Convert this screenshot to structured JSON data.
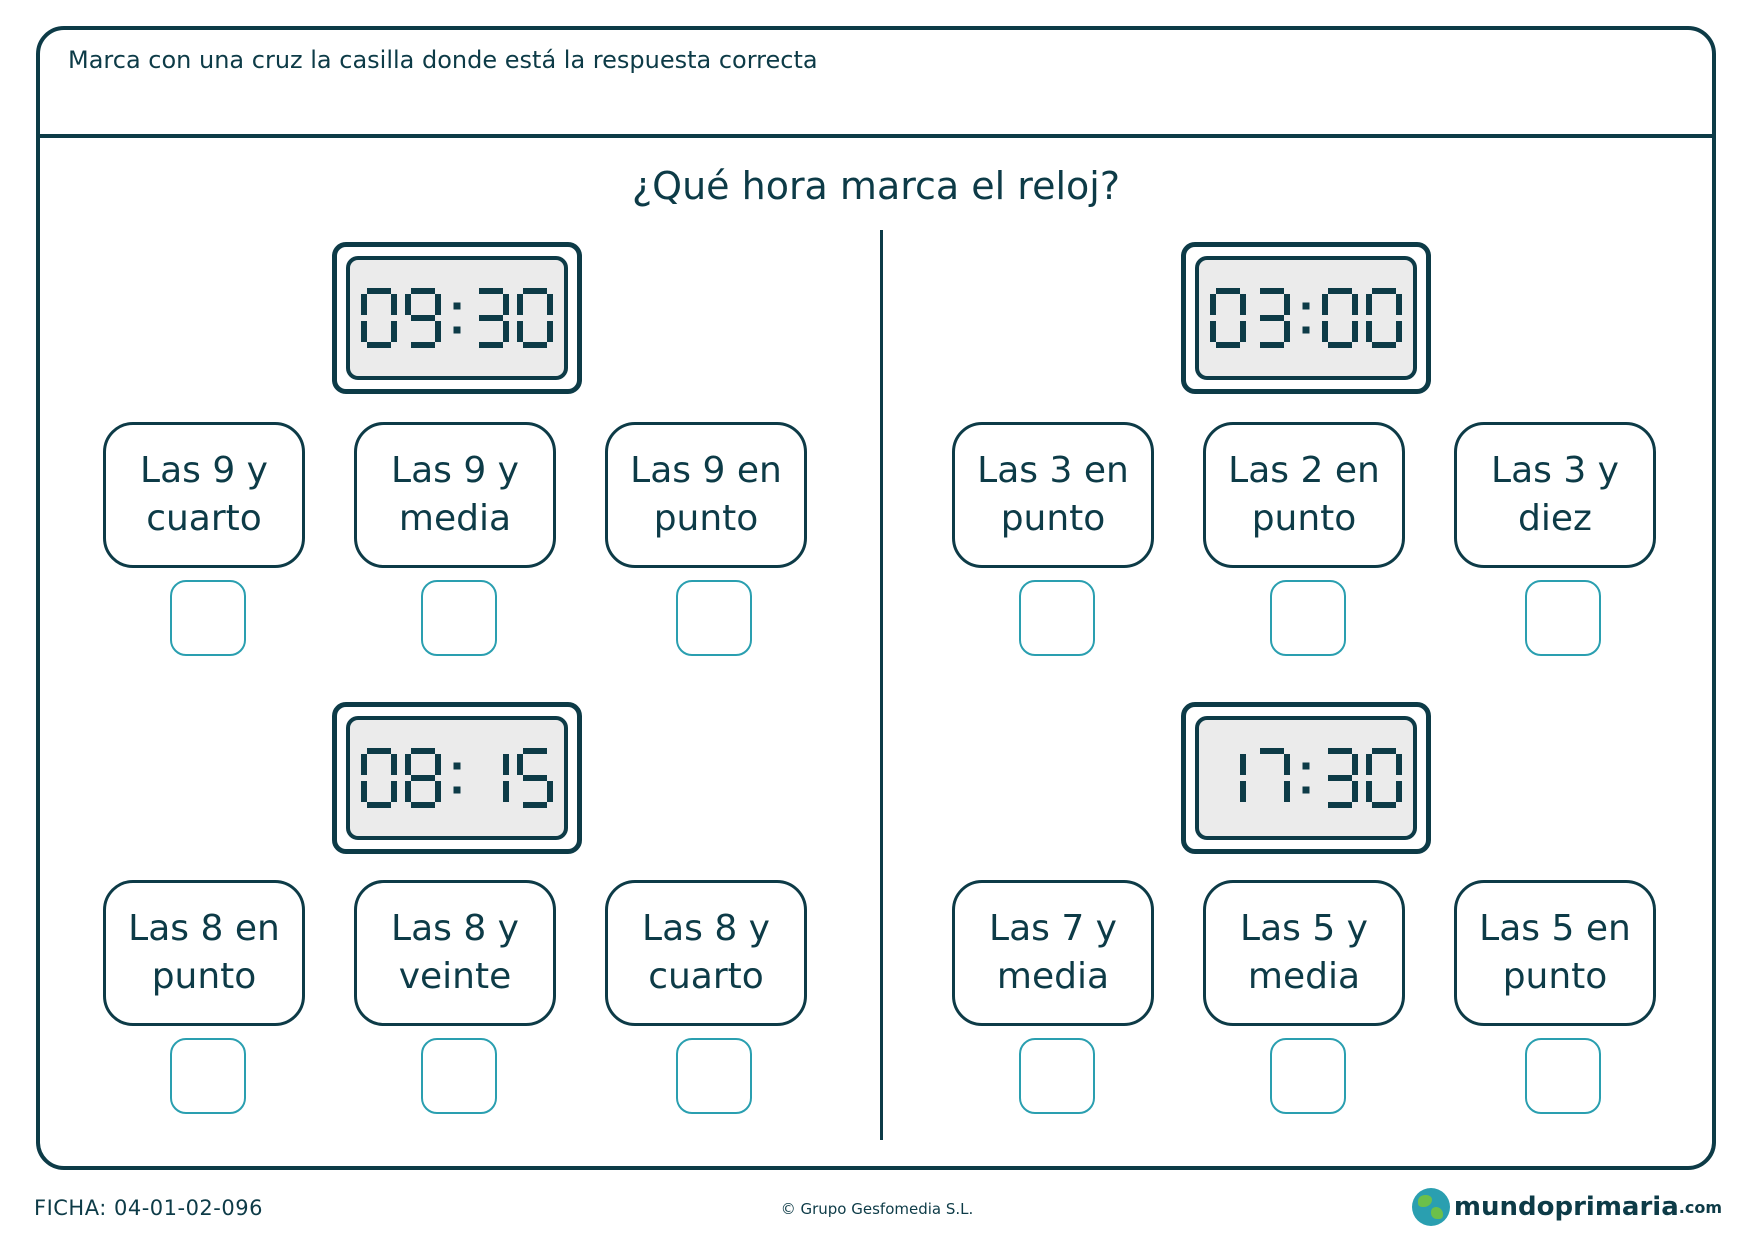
{
  "instruction": "Marca con una cruz la casilla donde está la respuesta correcta",
  "title": "¿Qué hora marca el reloj?",
  "exercises": [
    {
      "time": "09:30",
      "options": [
        "Las 9 y cuarto",
        "Las 9 y media",
        "Las 9 en punto"
      ]
    },
    {
      "time": "03:00",
      "options": [
        "Las 3 en punto",
        "Las 2 en punto",
        "Las 3 y diez"
      ]
    },
    {
      "time": "08:15",
      "options": [
        "Las 8 en punto",
        "Las 8 y veinte",
        "Las 8 y cuarto"
      ]
    },
    {
      "time": "17:30",
      "options": [
        "Las 7 y media",
        "Las 5 y media",
        "Las 5 en punto"
      ]
    }
  ],
  "footer": {
    "ficha": "FICHA: 04-01-02-096",
    "copyright": "© Grupo Gesfomedia S.L.",
    "logo_name": "mundoprimaria",
    "logo_tld": ".com"
  },
  "colors": {
    "primary": "#0d3b47",
    "checkbox": "#2a9fb0",
    "screen": "#ebebeb"
  }
}
